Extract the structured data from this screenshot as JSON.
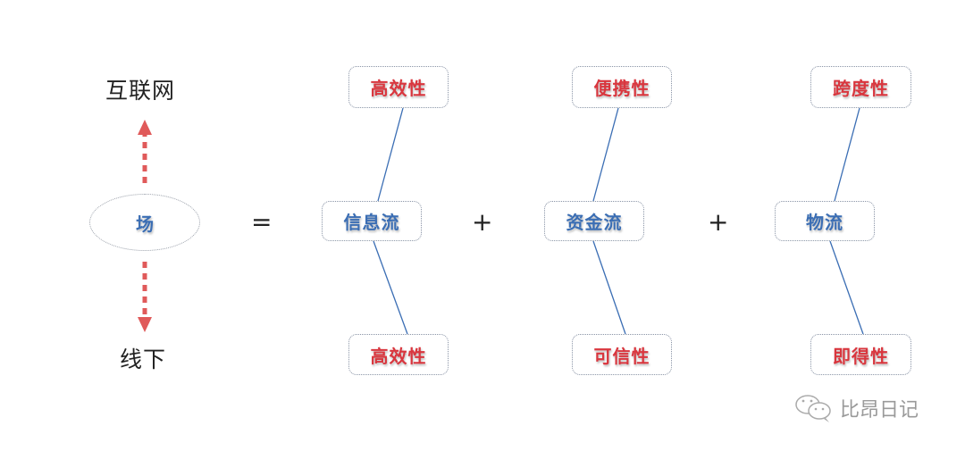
{
  "diagram": {
    "left": {
      "top_label": "互联网",
      "center_label": "场",
      "bottom_label": "线下",
      "arrow_color": "#e05a5a"
    },
    "operators": {
      "equals": "=",
      "plus1": "+",
      "plus2": "+"
    },
    "columns": [
      {
        "top": "高效性",
        "center": "信息流",
        "bottom": "高效性"
      },
      {
        "top": "便携性",
        "center": "资金流",
        "bottom": "可信性"
      },
      {
        "top": "跨度性",
        "center": "物流",
        "bottom": "即得性"
      }
    ],
    "colors": {
      "attribute_text": "#d9363e",
      "flow_text": "#3b6eb4",
      "connector": "#3b6eb4"
    }
  },
  "watermark": {
    "icon": "wechat-icon",
    "text": "比昂日记"
  }
}
